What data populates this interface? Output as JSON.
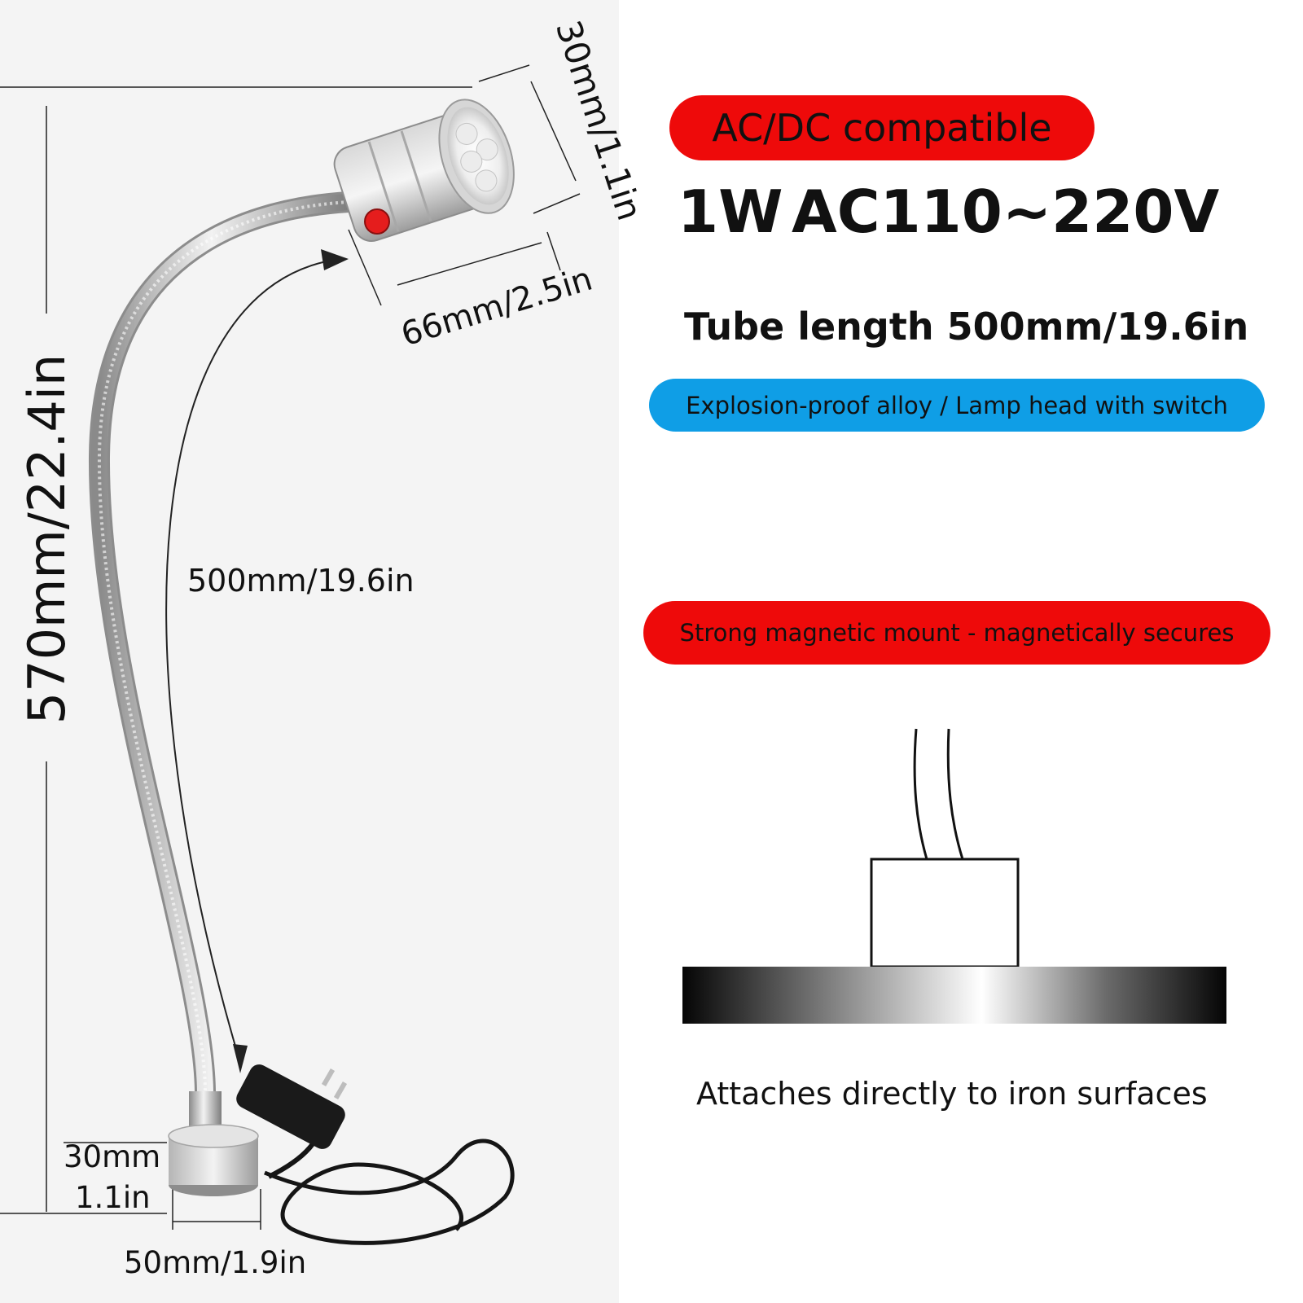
{
  "dimensions": {
    "head_depth": "30mm/1.1in",
    "head_width": "66mm/2.5in",
    "total_height": "570mm/22.4in",
    "tube_length": "500mm/19.6in",
    "base_height_mm": "30mm",
    "base_height_in": "1.1in",
    "base_width": "50mm/1.9in"
  },
  "specs": {
    "compat_badge": "AC/DC compatible",
    "power": "1W",
    "voltage": "AC110~220V",
    "tube_length": "Tube length 500mm/19.6in",
    "material_badge": "Explosion-proof alloy / Lamp head with switch",
    "magnet_badge": "Strong magnetic mount - magnetically secures",
    "attach_caption": "Attaches directly to iron surfaces"
  },
  "colors": {
    "badge_red": "#ee0a0a",
    "badge_blue": "#0f9ee6",
    "switch_red": "#e51d1d",
    "text_dark": "#111111"
  },
  "icons": [
    "lamp-illustration",
    "magnet-diagram-icon"
  ]
}
